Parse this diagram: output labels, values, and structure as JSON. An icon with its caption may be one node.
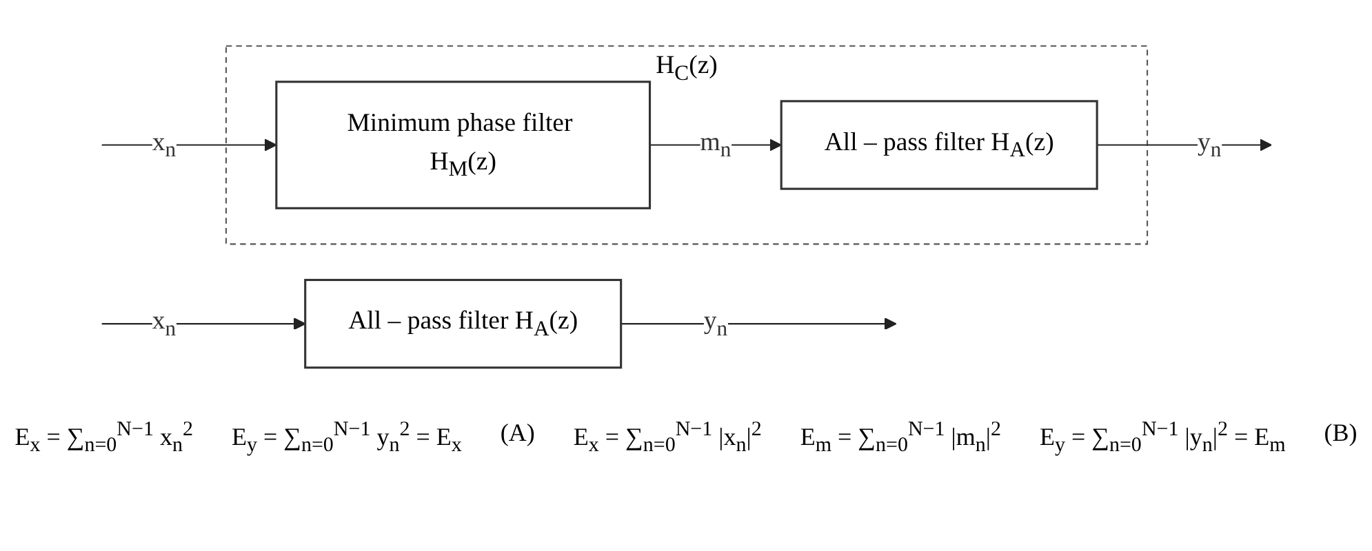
{
  "diagram": {
    "nodes": [
      {
        "text": [
          "All – pass filter H$_{A}$(z)"
        ]
      },
      {
        "text": [
          "H$_{C}$(z)"
        ]
      },
      {
        "text": [
          "Minimum phase filter H$_{M}$(z)"
        ],
        "in": 1
      },
      {
        "text": [
          "All – pass filter H$_{A}$(z)"
        ],
        "in": 1
      }
    ],
    "edges": [
      {
        "from": null,
        "to": 0,
        "arrow": "to",
        "label": "x$_{n}$"
      },
      {
        "from": 0,
        "to": null,
        "arrow": "to",
        "label": "y$_{n}$"
      },
      {
        "from": null,
        "to": 2,
        "arrow": "to",
        "label": "x$_{n}$"
      },
      {
        "from": 2,
        "to": 3,
        "arrow": "to",
        "label": "m$_{n}$"
      },
      {
        "from": 3,
        "to": null,
        "arrow": "to",
        "label": "y$_{n}$"
      }
    ],
    "labels": [
      "E$_{x}$ = ∑$_{n=0}$$^{N−1}$ x$_{n}$$^{2}$",
      "E$_{y}$ = ∑$_{n=0}$$^{N−1}$ y$_{n}$$^{2}$ = E$_{x}$",
      "(A)",
      "E$_{x}$ = ∑$_{n=0}$$^{N−1}$ |x$_{n}$|$^{2}$",
      "E$_{m}$ = ∑$_{n=0}$$^{N−1}$ |m$_{n}$|$^{2}$",
      "E$_{y}$ = ∑$_{n=0}$$^{N−1}$ |y$_{n}$|$^{2}$ = E$_{m}$",
      "(B)"
    ]
  }
}
